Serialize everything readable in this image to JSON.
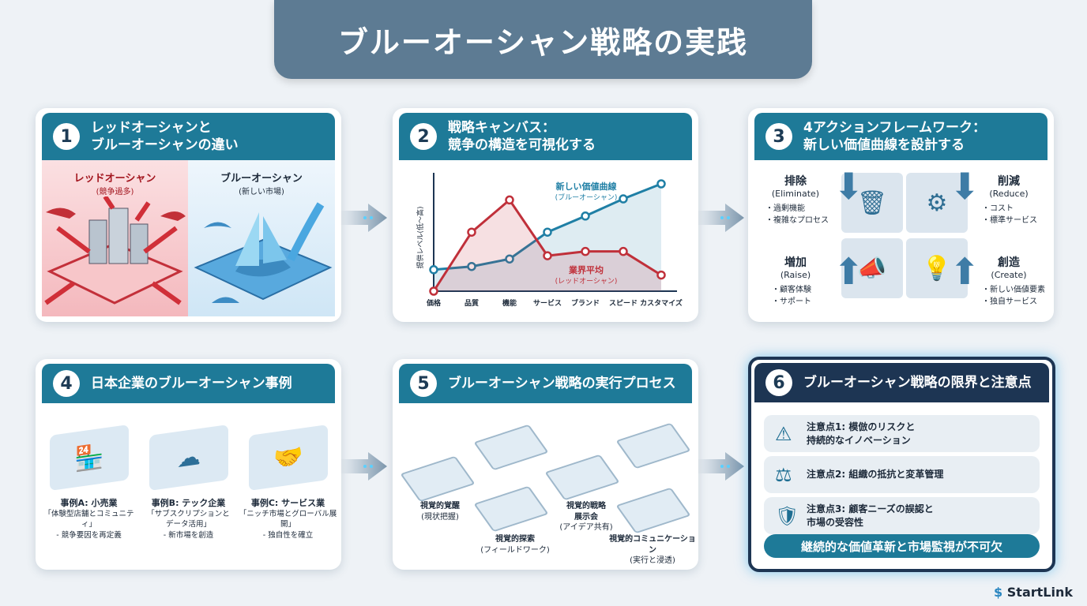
{
  "title": "ブルーオーシャン戦略の実践",
  "cards": [
    {
      "num": "1",
      "title": [
        "レッドオーシャンと",
        "ブルーオーシャンの違い"
      ],
      "red": {
        "label": "レッドオーシャン",
        "sub": "(競争過多)"
      },
      "blue": {
        "label": "ブルーオーシャン",
        "sub": "(新しい市場)"
      }
    },
    {
      "num": "2",
      "title": [
        "戦略キャンバス：",
        "競争の構造を可視化する"
      ]
    },
    {
      "num": "3",
      "title": [
        "4アクションフレームワーク：",
        "新しい価値曲線を設計する"
      ],
      "actions": [
        {
          "t": "排除",
          "e": "(Eliminate)",
          "b": [
            "・過剰機能",
            "・複雑なプロセス"
          ]
        },
        {
          "t": "削減",
          "e": "(Reduce)",
          "b": [
            "・コスト",
            "・標準サービス"
          ]
        },
        {
          "t": "増加",
          "e": "(Raise)",
          "b": [
            "・顧客体験",
            "・サポート"
          ]
        },
        {
          "t": "創造",
          "e": "(Create)",
          "b": [
            "・新しい価値要素",
            "・独自サービス"
          ]
        }
      ]
    },
    {
      "num": "4",
      "title": [
        "日本企業のブルーオーシャン事例"
      ],
      "cases": [
        {
          "t": "事例A: 小売業",
          "d": [
            "「体験型店舗とコミュニティ」",
            "- 競争要因を再定義"
          ]
        },
        {
          "t": "事例B: テック企業",
          "d": [
            "「サブスクリプションと",
            "データ活用」",
            "- 新市場を創造"
          ]
        },
        {
          "t": "事例C: サービス業",
          "d": [
            "「ニッチ市場とグローバル展開」",
            "- 独自性を確立"
          ]
        }
      ]
    },
    {
      "num": "5",
      "title": [
        "ブルーオーシャン戦略の実行プロセス"
      ],
      "steps": [
        {
          "t": "視覚的覚醒",
          "s": "(現状把握)"
        },
        {
          "t": "視覚的探索",
          "s": "(フィールドワーク)"
        },
        {
          "t": "視覚的戦略\n展示会",
          "s": "(アイデア共有)"
        },
        {
          "t": "視覚的コミュニケーション",
          "s": "(実行と浸透)"
        }
      ]
    },
    {
      "num": "6",
      "title": [
        "ブルーオーシャン戦略の限界と注意点"
      ],
      "items": [
        {
          "t": [
            "注意点1: 模倣のリスクと",
            "持続的なイノベーション"
          ]
        },
        {
          "t": [
            "注意点2: 組織の抵抗と変革管理"
          ]
        },
        {
          "t": [
            "注意点3: 顧客ニーズの誤認と",
            "市場の受容性"
          ]
        }
      ],
      "footer": "継続的な価値革新と市場監視が不可欠"
    }
  ],
  "chart_data": {
    "type": "line",
    "title": "戦略キャンバス",
    "ylabel": "提供レベル(低〜高)",
    "xlabel": "",
    "categories": [
      "価格",
      "品質",
      "機能",
      "サービス",
      "ブランド",
      "スピード",
      "カスタマイズ"
    ],
    "ylim": [
      0,
      10
    ],
    "series": [
      {
        "name": "新しい価値曲線",
        "sub": "(ブルーオーシャン)",
        "color": "#1f7fa5",
        "values": [
          2,
          2.3,
          3,
          5.5,
          7,
          8.6,
          10
        ]
      },
      {
        "name": "業界平均",
        "sub": "(レッドオーシャン)",
        "color": "#c0303a",
        "values": [
          0,
          5.5,
          8.5,
          3.3,
          3.7,
          3.7,
          1.5
        ]
      }
    ]
  },
  "logo": {
    "a": "Start",
    "b": "Link"
  }
}
